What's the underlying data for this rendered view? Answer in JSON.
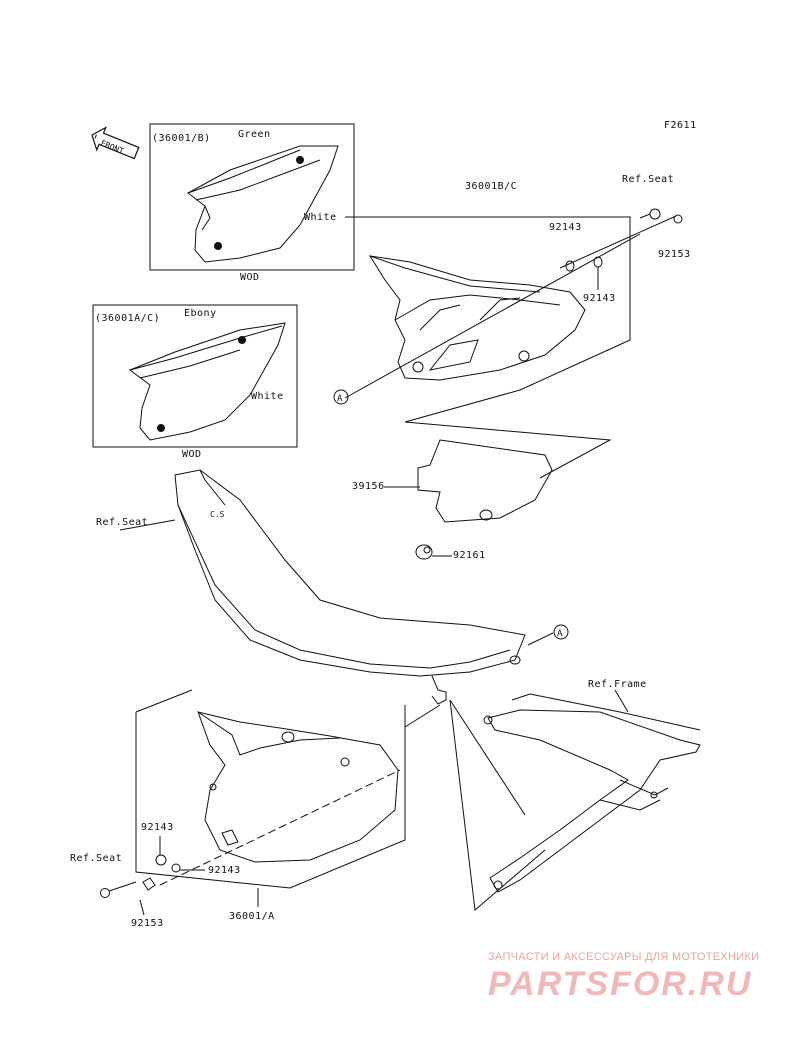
{
  "figure_code": "F2611",
  "front_label": "FRONT",
  "inset_upper": {
    "part_no": "(36001/B)",
    "color_top": "Green",
    "color_main": "White",
    "wod": "WOD"
  },
  "inset_lower": {
    "part_no": "(36001A/C)",
    "color_top": "Ebony",
    "color_main": "White",
    "wod": "WOD"
  },
  "callouts": {
    "ref_seat_top": "Ref.Seat",
    "part_36001bc": "36001B/C",
    "part_92143_a": "92143",
    "part_92153_a": "92153",
    "part_92143_b": "92143",
    "part_39156": "39156",
    "part_92161": "92161",
    "ref_seat_mid": "Ref.Seat",
    "marker_a1": "A",
    "marker_a2": "A",
    "ref_frame": "Ref.Frame",
    "part_92143_c": "92143",
    "ref_seat_bottom": "Ref.Seat",
    "part_92143_d": "92143",
    "part_36001a": "36001/A",
    "part_92153_b": "92153"
  },
  "watermark": {
    "line1": "ЗАПЧАСТИ И АКСЕССУАРЫ ДЛЯ МОТОТЕХНИКИ",
    "line2": "PARTSFOR.RU"
  }
}
